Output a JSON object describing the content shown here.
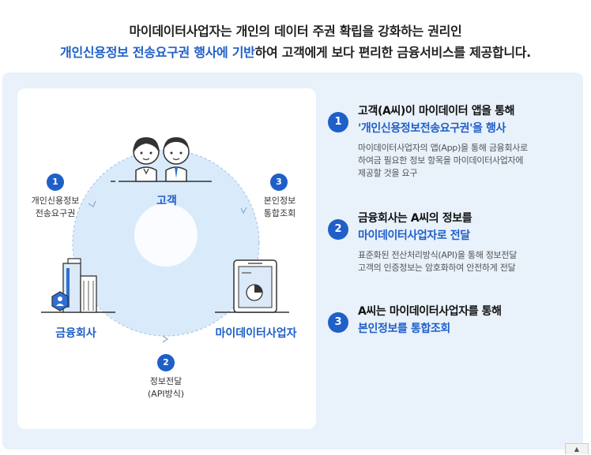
{
  "headline": {
    "line1": "마이데이터사업자는 개인의 데이터 주권 확립을 강화하는 권리인",
    "line2_highlight": "개인신용정보 전송요구권 행사에 기반",
    "line2_rest": "하여 고객에게 보다 편리한 금융서비스를 제공합니다."
  },
  "diagram": {
    "customer_label": "고객",
    "finance_label": "금융회사",
    "mydata_label": "마이데이터사업자",
    "step1_badge": "1",
    "step1_line1": "개인신용정보",
    "step1_line2": "전송요구권",
    "step2_badge": "2",
    "step2_line1": "정보전달",
    "step2_line2": "(API방식)",
    "step3_badge": "3",
    "step3_line1": "본인정보",
    "step3_line2": "통합조회"
  },
  "steps": [
    {
      "number": "1",
      "title_line1": "고객(A씨)이 마이데이터 앱을 통해",
      "title_line2": "'개인신용정보전송요구권'을 행사",
      "desc_line1": "마이데이터사업자의 앱(App)을 통해 금융회사로",
      "desc_line2": "하여금 필요한 정보 항목을 마이데이터사업자에",
      "desc_line3": "제공할 것을 요구"
    },
    {
      "number": "2",
      "title_line1": "금융회사는 A씨의 정보를",
      "title_line2": "마이데이터사업자로 전달",
      "desc_line1": "표준화된 전산처리방식(API)을 통해 정보전달",
      "desc_line2": "고객의 인증정보는 암호화하여 안전하게 전달",
      "desc_line3": ""
    },
    {
      "number": "3",
      "title_line1": "A씨는 마이데이터사업자를 통해",
      "title_line2": "본인정보를 통합조회",
      "desc_line1": "",
      "desc_line2": "",
      "desc_line3": ""
    }
  ],
  "scroll_top_icon": "chevron-up-icon",
  "colors": {
    "accent": "#1f5fc8",
    "panel_bg": "#e9f1fb",
    "circle_bg": "#d9eafa"
  }
}
